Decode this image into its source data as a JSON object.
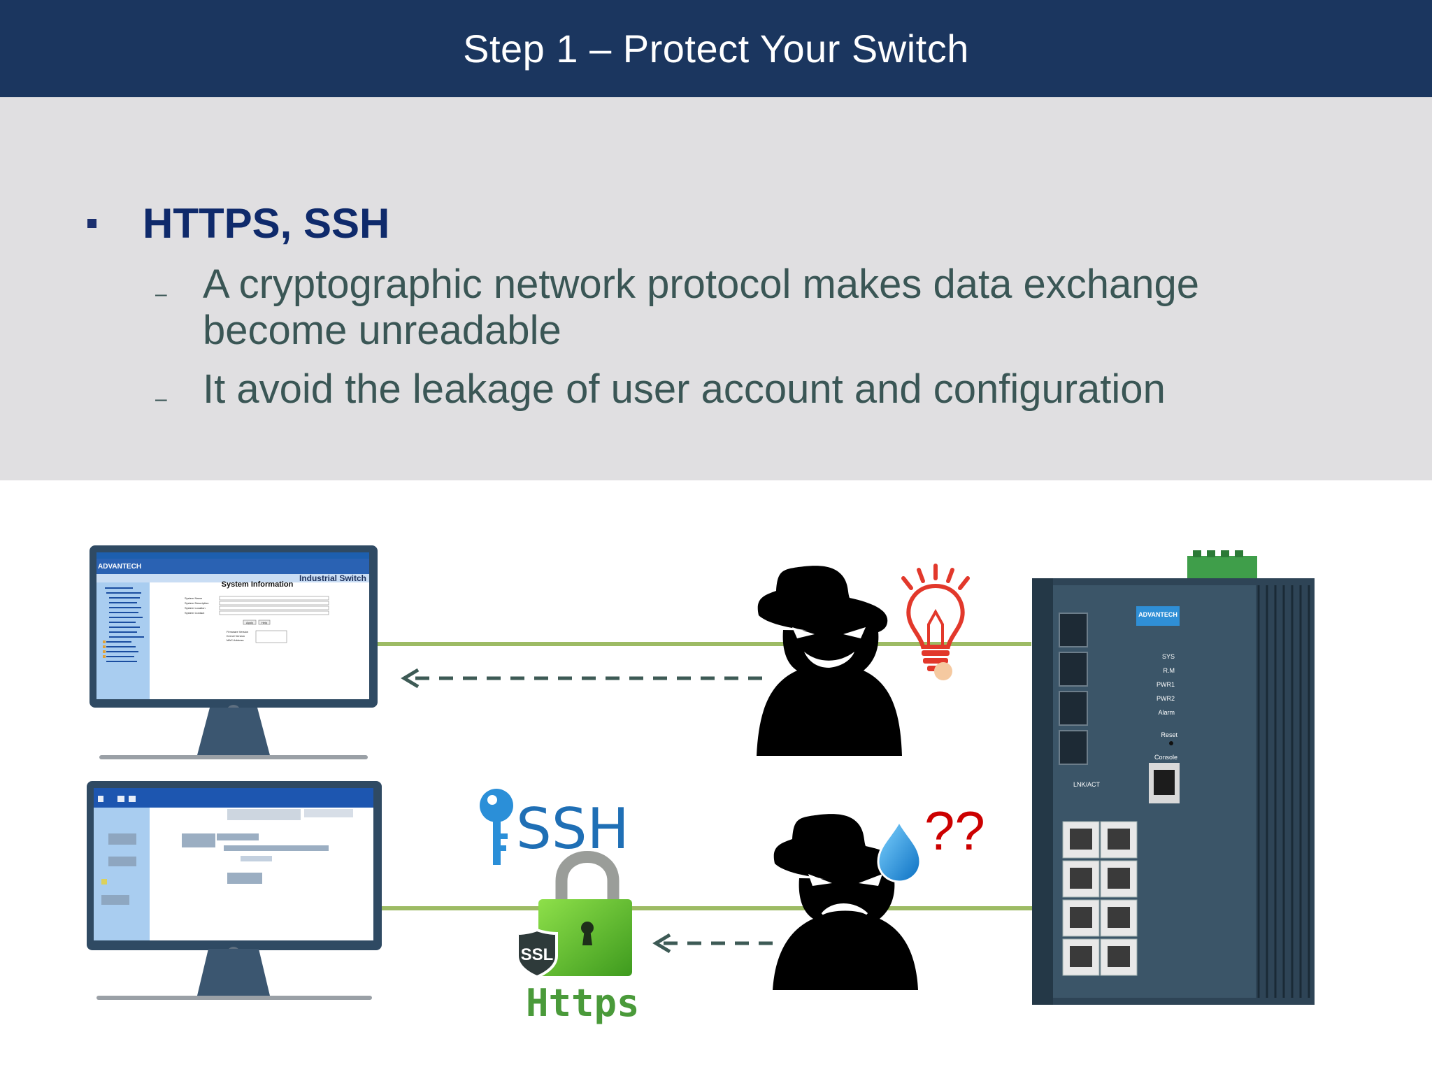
{
  "header": {
    "title": "Step 1 – Protect Your Switch"
  },
  "bullet": {
    "heading": "HTTPS, SSH",
    "subpoints": [
      {
        "dash": "–",
        "text": "A cryptographic network protocol makes data exchange become unreadable"
      },
      {
        "dash": "–",
        "text": "It avoid the leakage of  user account and configuration"
      }
    ]
  },
  "diagram": {
    "top_monitor": {
      "brand": "ADVANTECH",
      "product": "Industrial Switch",
      "page_title": "System Information",
      "fields": [
        "System Name",
        "System Description",
        "System Location",
        "System Contact"
      ],
      "buttons": [
        "Apply",
        "Help"
      ],
      "info_labels": [
        "Firmware Version",
        "Kernel Version",
        "MAC Address"
      ]
    },
    "labels": {
      "ssh": "SSH",
      "ssl": "SSL",
      "https": "Https",
      "question": "??"
    },
    "switch": {
      "brand": "ADVANTECH",
      "leds": [
        "SYS",
        "R.M",
        "PWR1",
        "PWR2",
        "Alarm"
      ],
      "reset": "Reset",
      "console": "Console",
      "lnk": "LNK/ACT"
    },
    "colors": {
      "header_bg": "#1b365f",
      "band_bg": "#e0dfe1",
      "link_line": "#9dbb64",
      "arrow": "#3d5a55",
      "ssh_text": "#1f6fb5",
      "https_text": "#4a9a3a",
      "question": "#cc0000",
      "bulb": "#e2382b"
    }
  }
}
